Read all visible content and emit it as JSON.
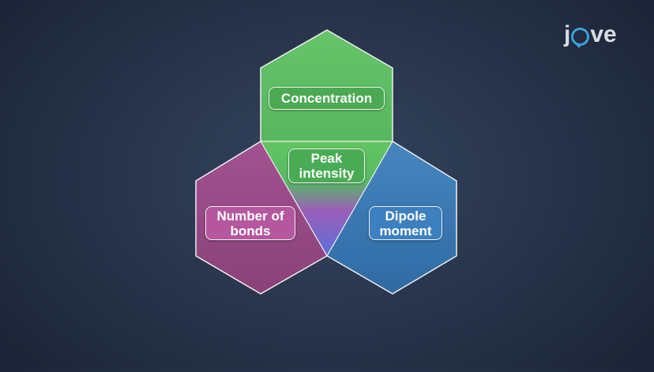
{
  "brand": {
    "logo_left": "j",
    "logo_right": "ve",
    "logo_accent_color": "#3aa0dc"
  },
  "diagram": {
    "top_hexagon": {
      "label": "Concentration",
      "color": "#5cbd62"
    },
    "left_hexagon": {
      "label_line1": "Number of",
      "label_line2": "bonds",
      "color": "#9c4d8c"
    },
    "right_hexagon": {
      "label_line1": "Dipole",
      "label_line2": "moment",
      "color": "#3f7fb7"
    },
    "center": {
      "label_line1": "Peak",
      "label_line2": "intensity",
      "color": "#5cbd62"
    }
  }
}
